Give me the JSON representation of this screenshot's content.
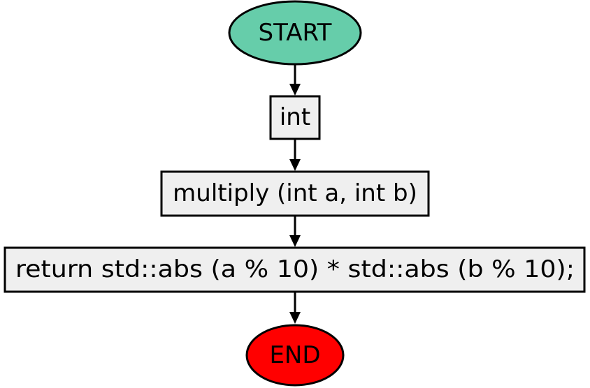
{
  "flowchart": {
    "nodes": [
      {
        "id": "start",
        "shape": "ellipse",
        "label": "START",
        "fill": "#66cdaa"
      },
      {
        "id": "type",
        "shape": "rect",
        "label": "int",
        "fill": "#efefef"
      },
      {
        "id": "signature",
        "shape": "rect",
        "label": "multiply (int a, int b)",
        "fill": "#efefef"
      },
      {
        "id": "body",
        "shape": "rect",
        "label": "return std::abs (a % 10) * std::abs (b % 10);",
        "fill": "#efefef"
      },
      {
        "id": "end",
        "shape": "ellipse",
        "label": "END",
        "fill": "#ff0000"
      }
    ],
    "edges": [
      {
        "from": "start",
        "to": "type"
      },
      {
        "from": "type",
        "to": "signature"
      },
      {
        "from": "signature",
        "to": "body"
      },
      {
        "from": "body",
        "to": "end"
      }
    ]
  }
}
